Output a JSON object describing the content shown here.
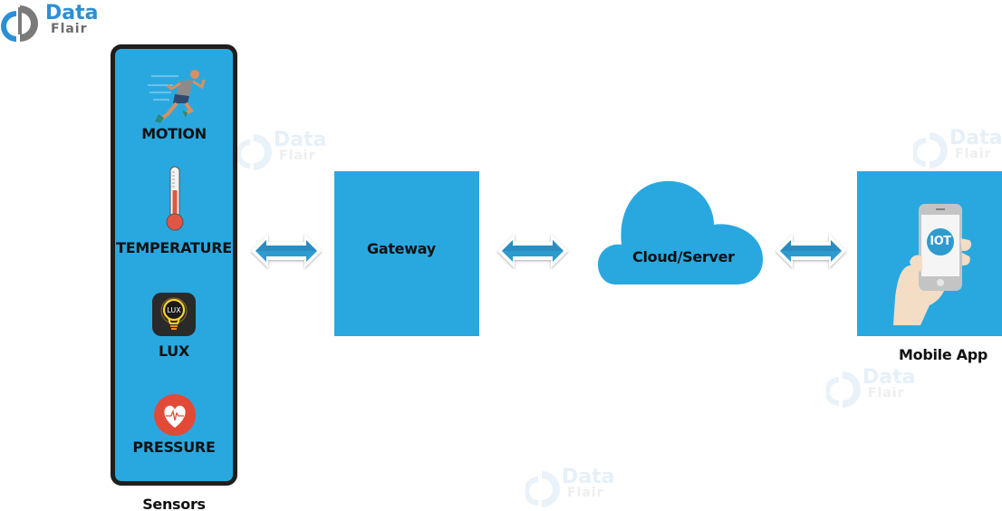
{
  "logo": {
    "title": "Data",
    "subtitle": "Flair"
  },
  "watermark": {
    "title": "Data",
    "subtitle": "Flair"
  },
  "sensors": {
    "caption": "Sensors",
    "items": [
      {
        "label": "MOTION",
        "icon": "running-man-icon"
      },
      {
        "label": "TEMPERATURE",
        "icon": "thermometer-icon"
      },
      {
        "label": "LUX",
        "icon": "light-bulb-icon"
      },
      {
        "label": "PRESSURE",
        "icon": "heart-pulse-icon"
      }
    ]
  },
  "nodes": {
    "gateway": {
      "label": "Gateway"
    },
    "cloud": {
      "label": "Cloud/Server"
    },
    "mobile": {
      "label": "Mobile App",
      "screen_badge": "IOT"
    }
  },
  "connectors": [
    {
      "from": "Sensors",
      "to": "Gateway",
      "direction": "bidirectional"
    },
    {
      "from": "Gateway",
      "to": "Cloud/Server",
      "direction": "bidirectional"
    },
    {
      "from": "Cloud/Server",
      "to": "Mobile App",
      "direction": "bidirectional"
    }
  ],
  "colors": {
    "primary_blue": "#29a8e0",
    "arrow_blue": "#2e9bcf",
    "panel_border": "#1e1e1e",
    "label_text": "#111111"
  }
}
